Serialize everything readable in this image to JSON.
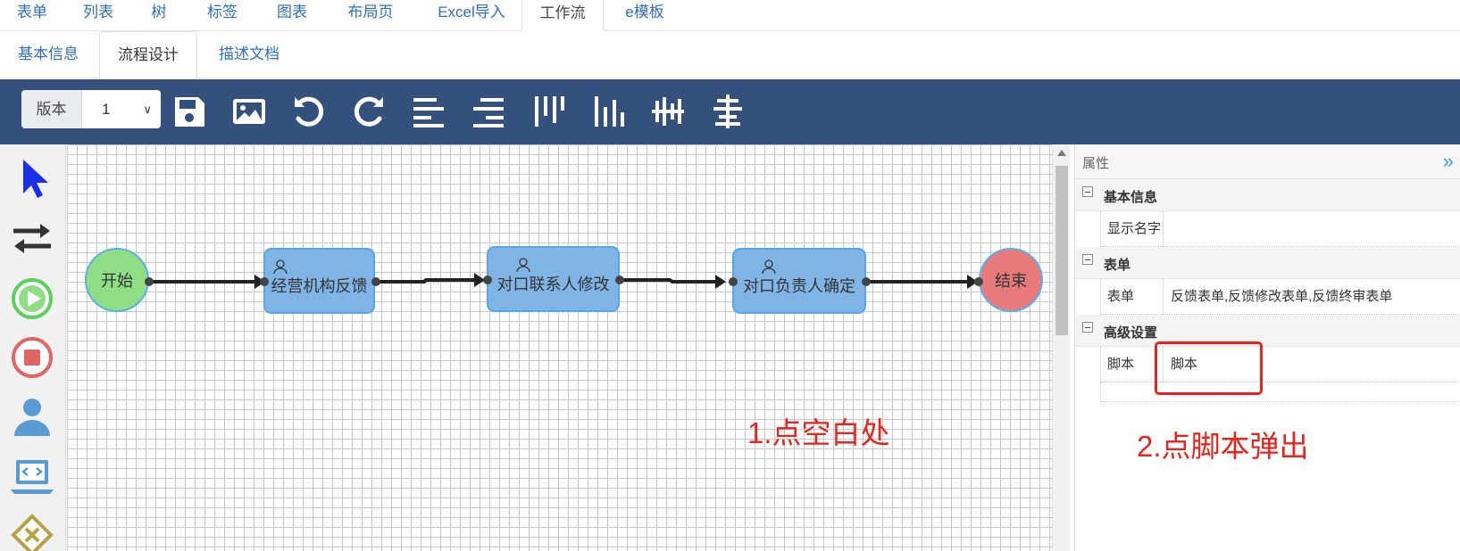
{
  "top_tabs": [
    "表单",
    "列表",
    "树",
    "标签",
    "图表",
    "布局页",
    "Excel导入",
    "工作流",
    "e模板"
  ],
  "sub_tabs": [
    "基本信息",
    "流程设计",
    "描述文档"
  ],
  "toolbar": {
    "version_label": "版本",
    "version_value": "1",
    "buttons": [
      "save-icon",
      "image-icon",
      "undo-icon",
      "redo-icon",
      "align-left-icon",
      "align-right-icon",
      "align-top-icon",
      "align-bottom-icon",
      "align-middle-horizontal-icon",
      "align-center-vertical-icon"
    ]
  },
  "palette": [
    "pointer-icon",
    "transition-icon",
    "start-event-icon",
    "end-event-icon",
    "user-task-icon",
    "script-task-icon",
    "gateway-icon"
  ],
  "workflow": {
    "start": "开始",
    "tasks": [
      "经营机构反馈",
      "对口联系人修改",
      "对口负责人确定"
    ],
    "end": "结束"
  },
  "annotations": {
    "step1": "1.点空白处",
    "step2": "2.点脚本弹出"
  },
  "properties": {
    "title": "属性",
    "groups": [
      {
        "title": "基本信息",
        "rows": [
          {
            "name": "显示名字",
            "value": ""
          }
        ]
      },
      {
        "title": "表单",
        "rows": [
          {
            "name": "表单",
            "value": "反馈表单,反馈修改表单,反馈终审表单"
          }
        ]
      },
      {
        "title": "高级设置",
        "rows": [
          {
            "name": "脚本",
            "value": "脚本"
          }
        ]
      }
    ]
  },
  "colors": {
    "toolbar_bg": "#34507c",
    "link": "#2f6fbf",
    "start_fill": "#8fdd84",
    "end_fill": "#e77a7a",
    "task_fill": "#7fb4e5",
    "annotation": "#e8231e"
  }
}
